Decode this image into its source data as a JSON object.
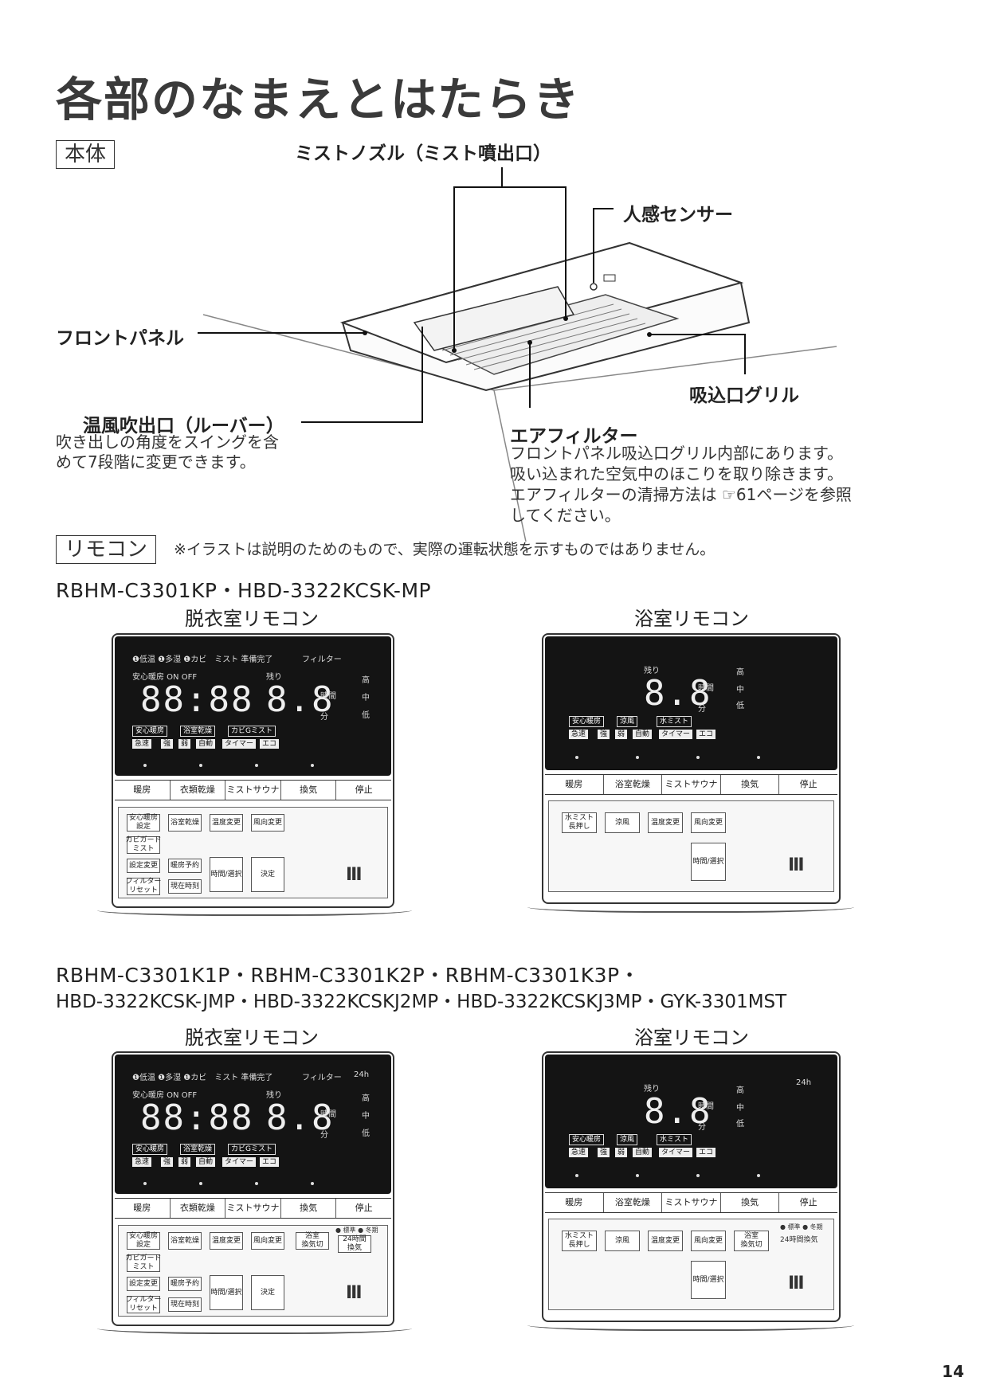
{
  "page": {
    "title": "各部のなまえとはたらき",
    "page_number": "14"
  },
  "main_unit": {
    "section_label": "本体",
    "labels": {
      "mist_nozzle": "ミストノズル（ミスト噴出口）",
      "sensor": "人感センサー",
      "front_panel": "フロントパネル",
      "intake_grill": "吸込口グリル",
      "louver_title": "温風吹出口（ルーバー）",
      "louver_desc_1": "吹き出しの角度をスイングを含",
      "louver_desc_2": "めて7段階に変更できます。",
      "filter_title": "エアフィルター",
      "filter_desc_1": "フロントパネル吸込口グリル内部にあります。",
      "filter_desc_2": "吸い込まれた空気中のほこりを取り除きます。",
      "filter_desc_3": "エアフィルターの清掃方法は ☞61ページを参照",
      "filter_desc_4": "してください。"
    }
  },
  "remote": {
    "section_label": "リモコン",
    "note": "※イラストは説明のためのもので、実際の運転状態を示すものではありません。",
    "group1_models": "RBHM-C3301KP・HBD-3322KCSK-MP",
    "group2_models_line1": "RBHM-C3301K1P・RBHM-C3301K2P・RBHM-C3301K3P・",
    "group2_models_line2": "HBD-3322KCSK-JMP・HBD-3322KCSKJ2MP・HBD-3322KCSKJ3MP・GYK-3301MST",
    "changing_room": "脱衣室リモコン",
    "bathroom": "浴室リモコン"
  },
  "lcd": {
    "status_top": "❶低温 ❶多湿 ❶カビ　ミスト 準備完了",
    "filter": "フィルター",
    "h24": "24h",
    "anshin": "安心暖房 ON OFF",
    "nokori": "残り",
    "clock_digits": "88:88",
    "time_digits": "8.8",
    "hour": "時間",
    "min": "分",
    "high": "高",
    "mid": "中",
    "low": "低",
    "tags_row1": [
      "安心暖房",
      "浴室乾燥",
      "カビGミスト"
    ],
    "tags_row2": [
      "急速",
      "強",
      "弱",
      "自動",
      "タイマー",
      "エコ"
    ],
    "bath_tags_row1": [
      "安心暖房",
      "涼風",
      "水ミスト"
    ]
  },
  "tabs": {
    "changing": [
      "暖房",
      "衣類乾燥",
      "ミストサウナ",
      "換気",
      "停止"
    ],
    "bath": [
      "暖房",
      "浴室乾燥",
      "ミストサウナ",
      "換気",
      "停止"
    ]
  },
  "keys": {
    "anshin_set": "安心暖房\n設定",
    "bath_dry": "浴室乾燥",
    "temp_change": "温度変更",
    "wind_change": "風向変更",
    "kabi_mist": "カビガード\nミスト",
    "setting_change": "設定変更",
    "heat_reserve": "暖房予約",
    "time_select": "時間/選択",
    "decide": "決定",
    "filter_reset": "フィルター\nリセット",
    "current_time": "現在時刻",
    "bath_vent_off": "浴室\n換気切",
    "vent24": "24時間\n換気",
    "std_winter": "● 標準 ● 冬期",
    "water_mist": "水ミスト\n長押し",
    "cool_wind": "涼風",
    "vent24_bath": "24時間換気",
    "bars": "III"
  }
}
